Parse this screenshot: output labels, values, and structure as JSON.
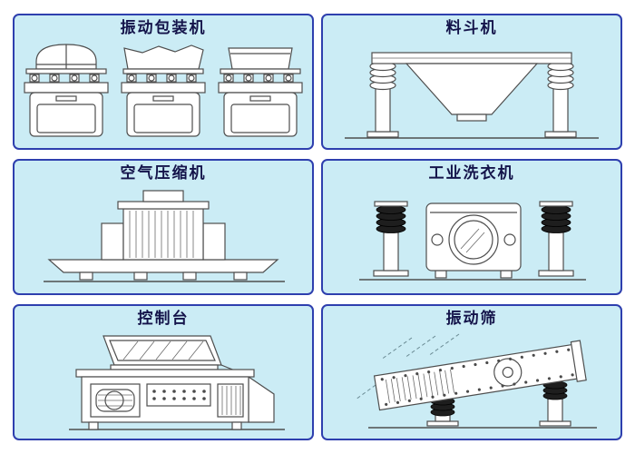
{
  "colors": {
    "panel_background": "#cbecf5",
    "panel_border": "#2e3fae",
    "title_text": "#14144a",
    "line_art": "#4e4e4e"
  },
  "panels": [
    {
      "name": "vibration-packing-machine",
      "title": "振动包装机"
    },
    {
      "name": "hopper-machine",
      "title": "料斗机"
    },
    {
      "name": "air-compressor",
      "title": "空气压缩机"
    },
    {
      "name": "industrial-washing-machine",
      "title": "工业洗衣机"
    },
    {
      "name": "control-console",
      "title": "控制台"
    },
    {
      "name": "vibrating-screen",
      "title": "振动筛"
    }
  ]
}
